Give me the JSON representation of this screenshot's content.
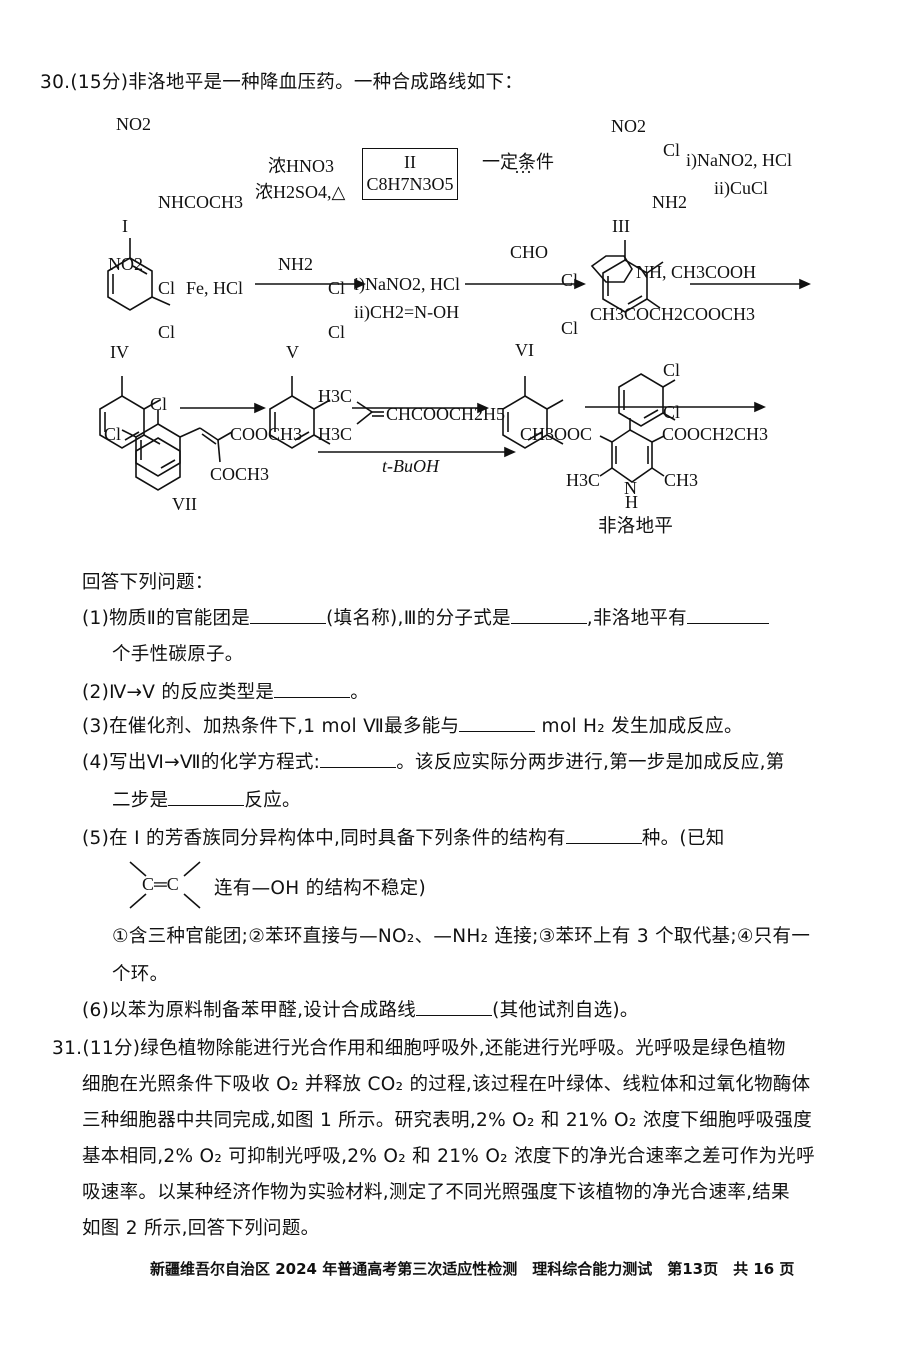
{
  "q30": {
    "heading": "30.(15分)非洛地平是一种降血压药。一种合成路线如下：",
    "scheme": {
      "c_I": "I",
      "c_I_sub1": "NO2",
      "c_I_sub2": "NHCOCH3",
      "arrow1_top": "浓HNO3",
      "arrow1_bottom": "浓H2SO4,△",
      "c_II": "II",
      "c_II_formula": "C8H7N3O5",
      "arrow2_top": "一定条件",
      "arrow2_dots": "···",
      "c_III": "III",
      "c_III_sub1": "NO2",
      "c_III_sub2": "Cl",
      "c_III_sub3": "NH2",
      "arrow3_top": "i)NaNO2, HCl",
      "arrow3_bottom": "ii)CuCl",
      "c_IV": "IV",
      "c_IV_sub1": "NO2",
      "c_IV_sub2": "Cl",
      "c_IV_sub3": "Cl",
      "arrow4_top": "Fe, HCl",
      "c_V": "V",
      "c_V_sub1": "NH2",
      "c_V_sub2": "Cl",
      "c_V_sub3": "Cl",
      "arrow5_top": "i)NaNO2, HCl",
      "arrow5_bottom": "ii)CH2=N-OH",
      "c_VI": "VI",
      "c_VI_sub1": "CHO",
      "c_VI_sub2": "Cl",
      "c_VI_sub3": "Cl",
      "arrow6_top": "NH, CH3COOH",
      "arrow6_bottom": "CH3COCH2COOCH3",
      "c_VII": "VII",
      "c_VII_sub1": "Cl",
      "c_VII_sub2": "Cl",
      "c_VII_sub3": "COOCH3",
      "c_VII_sub4": "COCH3",
      "arrow7_top_a": "H3C",
      "arrow7_top_b": "H3C",
      "arrow7_top_c": "CHCOOCH2H5",
      "arrow7_bottom": "t-BuOH",
      "p_sub1": "Cl",
      "p_sub2": "Cl",
      "p_sub3": "CH3OOC",
      "p_sub4": "COOCH2CH3",
      "p_sub5": "H3C",
      "p_sub6": "CH3",
      "p_sub7": "N",
      "p_sub8": "H",
      "product_name": "非洛地平"
    },
    "intro": "回答下列问题：",
    "p1_a": "(1)物质Ⅱ的官能团是",
    "p1_b": "(填名称),Ⅲ的分子式是",
    "p1_c": ",非洛地平有",
    "p1_d": "个手性碳原子。",
    "p2_a": "(2)Ⅳ→V 的反应类型是",
    "p2_b": "。",
    "p3_a": "(3)在催化剂、加热条件下,1 mol Ⅶ最多能与",
    "p3_b": "mol H₂ 发生加成反应。",
    "p4_a": "(4)写出Ⅵ→Ⅶ的化学方程式:",
    "p4_b": "。该反应实际分两步进行,第一步是加成反应,第",
    "p4_c": "二步是",
    "p4_d": "反应。",
    "p5_a": "(5)在 I 的芳香族同分异构体中,同时具备下列条件的结构有",
    "p5_b": "种。(已知",
    "p5_cc": "C═C",
    "p5_c": "连有—OH 的结构不稳定)",
    "p5_d": "①含三种官能团;②苯环直接与—NO₂、—NH₂ 连接;③苯环上有 3 个取代基;④只有一",
    "p5_e": "个环。",
    "p6_a": "(6)以苯为原料制备苯甲醛,设计合成路线",
    "p6_b": "(其他试剂自选)。"
  },
  "q31": {
    "l1": "31.(11分)绿色植物除能进行光合作用和细胞呼吸外,还能进行光呼吸。光呼吸是绿色植物",
    "l2": "细胞在光照条件下吸收 O₂ 并释放 CO₂ 的过程,该过程在叶绿体、线粒体和过氧化物酶体",
    "l3": "三种细胞器中共同完成,如图 1 所示。研究表明,2% O₂ 和 21% O₂ 浓度下细胞呼吸强度",
    "l4": "基本相同,2% O₂ 可抑制光呼吸,2% O₂ 和 21% O₂ 浓度下的净光合速率之差可作为光呼",
    "l5": "吸速率。以某种经济作物为实验材料,测定了不同光照强度下该植物的净光合速率,结果",
    "l6": "如图 2 所示,回答下列问题。"
  },
  "footer": "新疆维吾尔自治区 2024 年普通高考第三次适应性检测　理科综合能力测试　第13页　共 16 页"
}
